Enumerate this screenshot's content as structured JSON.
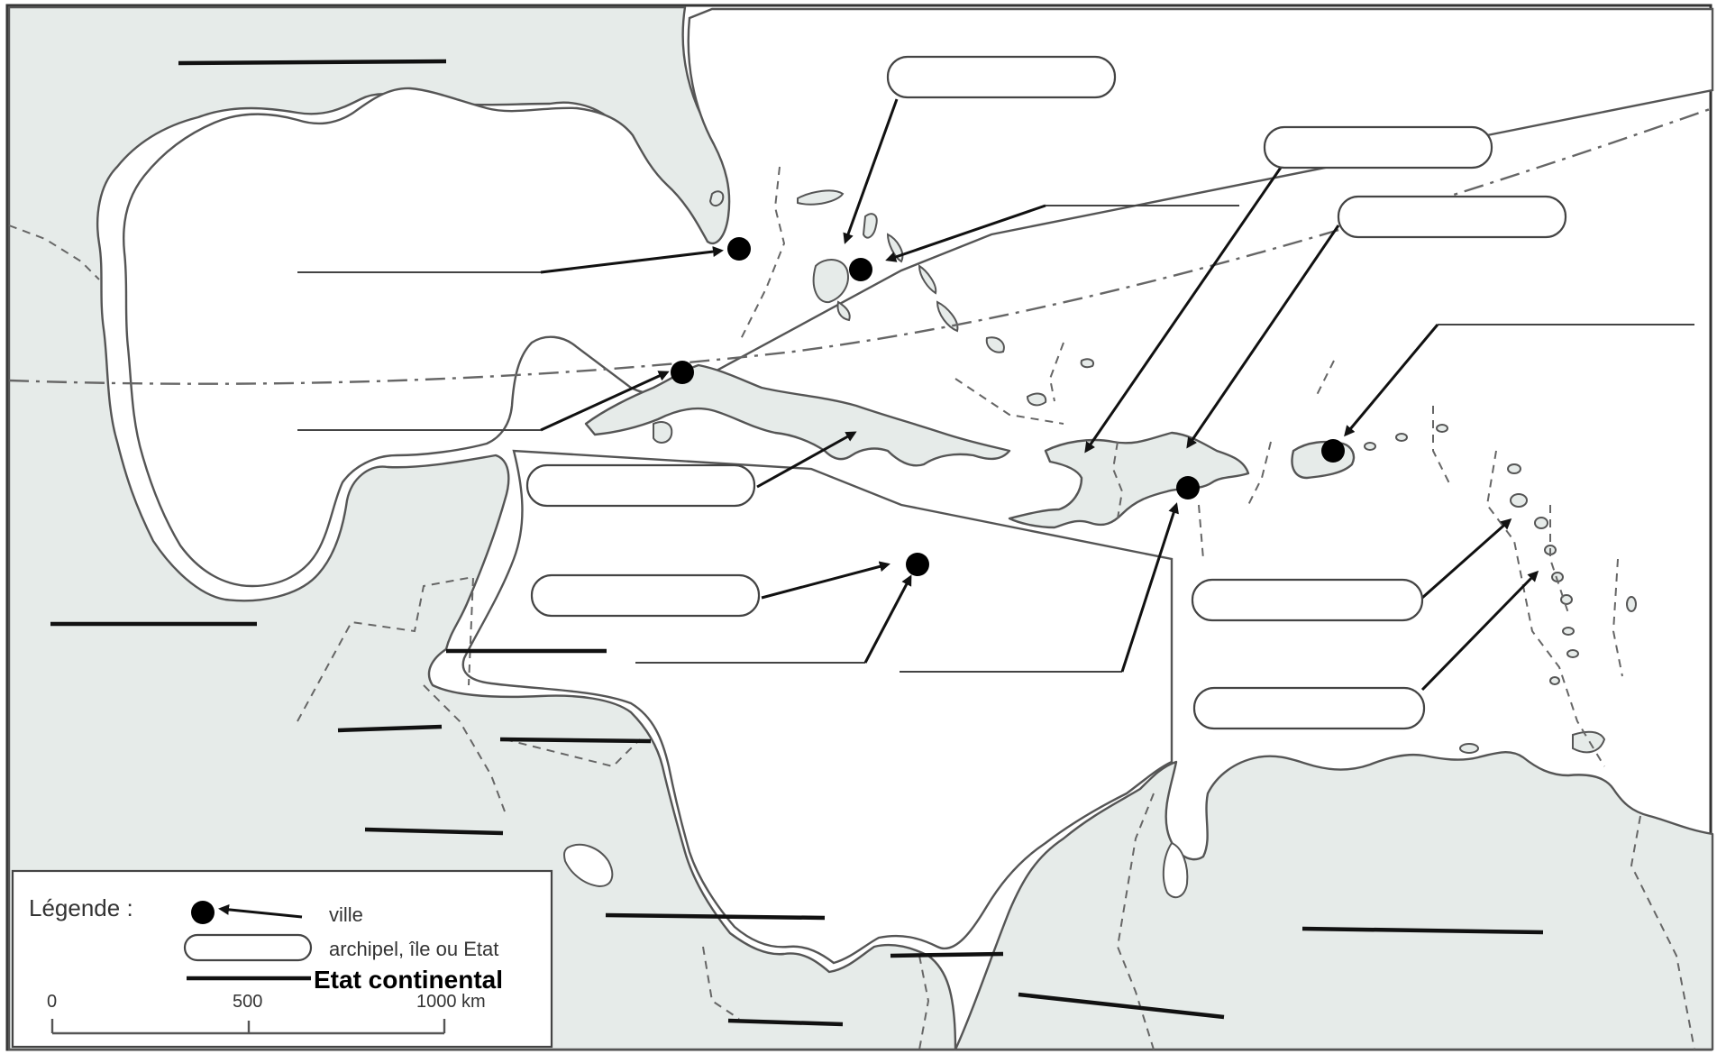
{
  "legend": {
    "title": "Légende :",
    "city": "ville",
    "archipelago": "archipel, île ou Etat",
    "continental": "Etat continental"
  },
  "scale": {
    "tick_0": "0",
    "tick_500": "500",
    "tick_1000": "1000 km"
  },
  "colors": {
    "land": "#e6ebe9",
    "water": "#ffffff",
    "outline": "#555555"
  },
  "icons": {
    "city": "filled-circle-icon",
    "label": "rounded-rectangle-icon",
    "arrow": "arrow-left-icon"
  }
}
